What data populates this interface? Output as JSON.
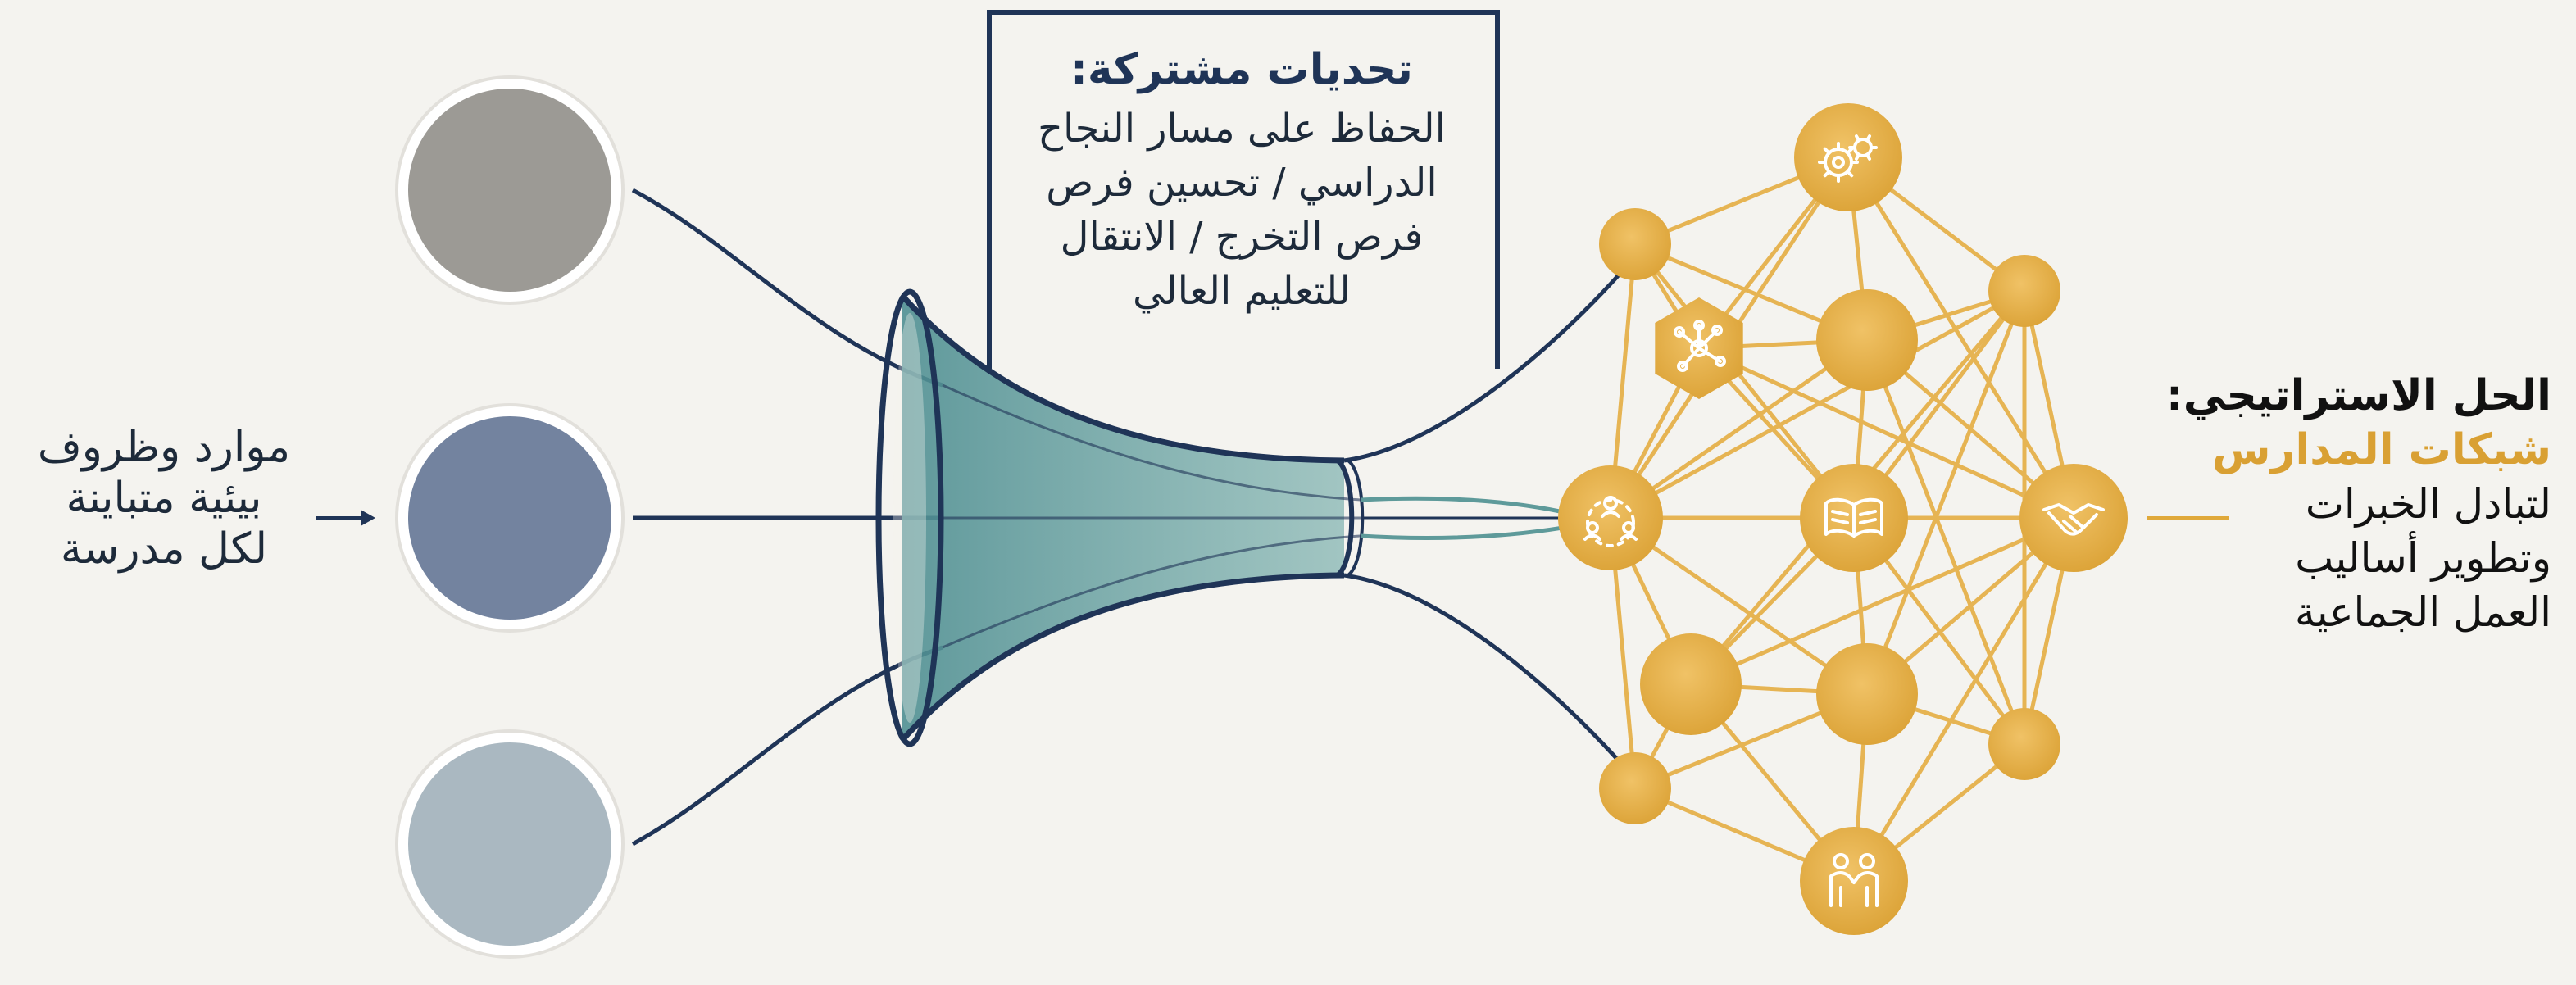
{
  "left_label": {
    "lines": [
      "موارد وظروف",
      "بيئية متباينة",
      "لكل مدرسة"
    ]
  },
  "challenge": {
    "title": "تحديات مشتركة:",
    "lines": [
      "الحفاظ على مسار النجاح",
      "الدراسي / تحسين فرص",
      "فرص التخرج / الانتقال",
      "للتعليم العالي"
    ]
  },
  "solution": {
    "title": "الحل الاستراتيجي:",
    "highlight": "شبكات المدارس",
    "lines": [
      "لتبادل الخبرات",
      "وتطوير أساليب",
      "العمل الجماعية"
    ]
  },
  "schools": [
    {
      "name": "school-top",
      "color": "#9c9a95"
    },
    {
      "name": "school-middle",
      "color": "#73839f"
    },
    {
      "name": "school-bottom",
      "color": "#aab8c1"
    }
  ],
  "colors": {
    "navy": "#1f3457",
    "teal": "#5e9a9a",
    "gold": "#e0a93a",
    "gold_light": "#e6b453",
    "background": "#f4f3ef"
  },
  "network": {
    "nodes": [
      {
        "id": "gear",
        "icon": "gears-icon"
      },
      {
        "id": "n-tl",
        "icon": ""
      },
      {
        "id": "n-tr",
        "icon": ""
      },
      {
        "id": "hex",
        "icon": "network-hexagon-icon"
      },
      {
        "id": "n-c-top",
        "icon": ""
      },
      {
        "id": "people",
        "icon": "people-network-icon"
      },
      {
        "id": "book",
        "icon": "open-book-icon"
      },
      {
        "id": "handshake",
        "icon": "handshake-icon"
      },
      {
        "id": "n-ml",
        "icon": ""
      },
      {
        "id": "n-mc",
        "icon": ""
      },
      {
        "id": "n-bl",
        "icon": ""
      },
      {
        "id": "n-br",
        "icon": ""
      },
      {
        "id": "team",
        "icon": "teamwork-icon"
      }
    ]
  }
}
